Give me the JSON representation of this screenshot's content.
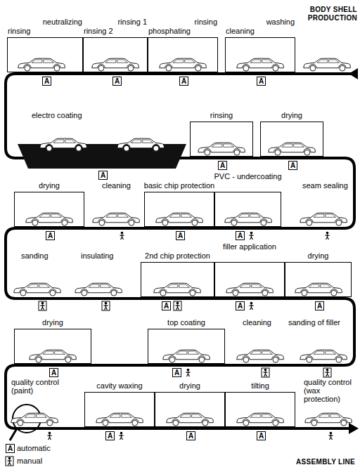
{
  "diagram": {
    "nodes": [
      {
        "text": [
          "rinsing",
          "neutralizing"
        ]
      },
      {
        "text": [
          "rinsing 2",
          "rinsing 1"
        ]
      },
      {
        "text": [
          "phosphating",
          "rinsing"
        ]
      },
      {
        "text": [
          "cleaning",
          "washing"
        ]
      },
      {
        "text": [
          "rinsing"
        ]
      },
      {
        "text": [
          "drying"
        ]
      },
      {
        "text": [
          "drying"
        ]
      },
      {
        "text": [
          "basic chip protection"
        ]
      },
      {
        "text": [
          "PVC - undercoating"
        ]
      },
      {
        "text": [
          "2nd chip protection"
        ]
      },
      {
        "text": [
          "filler application"
        ]
      },
      {
        "text": [
          "drying"
        ]
      },
      {
        "text": [
          "drying"
        ]
      },
      {
        "text": [
          "top coating"
        ]
      },
      {
        "text": [
          "cavity waxing"
        ]
      },
      {
        "text": [
          "drying"
        ]
      },
      {
        "text": [
          "tilting"
        ]
      }
    ],
    "labels": [
      "BODY SHELL PRODUCTION",
      "A",
      "A",
      "A",
      "A",
      "electro coating",
      "A",
      "A",
      "A",
      "cleaning",
      "seam sealing",
      "A",
      "A",
      "A",
      "sanding",
      "insulating",
      "A",
      "A",
      "A",
      "cleaning",
      "sanding of filler",
      "A",
      "A",
      "quality control (paint)",
      "quality control (wax protection)",
      "A",
      "A",
      "A",
      "ASSEMBLY LINE",
      "A"
    ],
    "legend": [
      {
        "text": "automatic"
      },
      {
        "text": "manual"
      }
    ]
  }
}
